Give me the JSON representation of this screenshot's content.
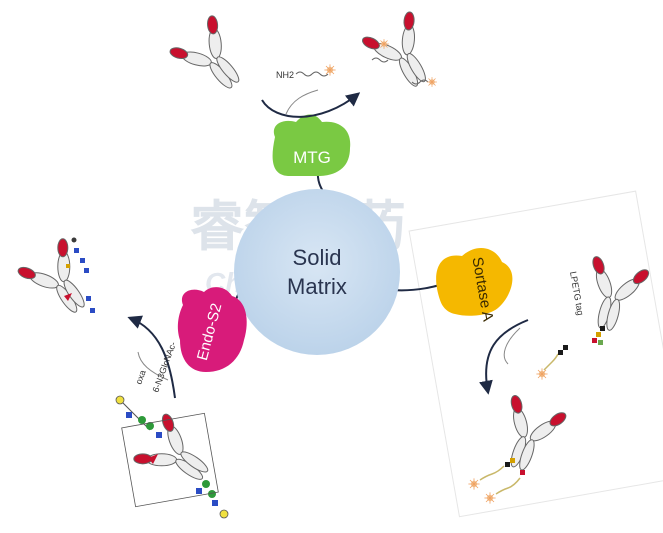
{
  "center": {
    "line1": "Solid",
    "line2": "Matrix"
  },
  "enzymes": {
    "mtg": "MTG",
    "sortase": "Sortase A",
    "endo": "Endo-S2"
  },
  "labels": {
    "nh2": "NH2",
    "lpetg_tag": "LPETG tag",
    "n3": "6-N3GlcNAc-",
    "oxa": "oxa"
  },
  "watermark": {
    "cn": "睿智医药",
    "en": "ChemPartner"
  },
  "colors": {
    "mtg": "#7ac943",
    "sortase": "#f5b800",
    "endo": "#d81b7a",
    "matrix": "#c9ddf0",
    "antibody_tip": "#c8102e",
    "arrow": "#1f2a44"
  }
}
